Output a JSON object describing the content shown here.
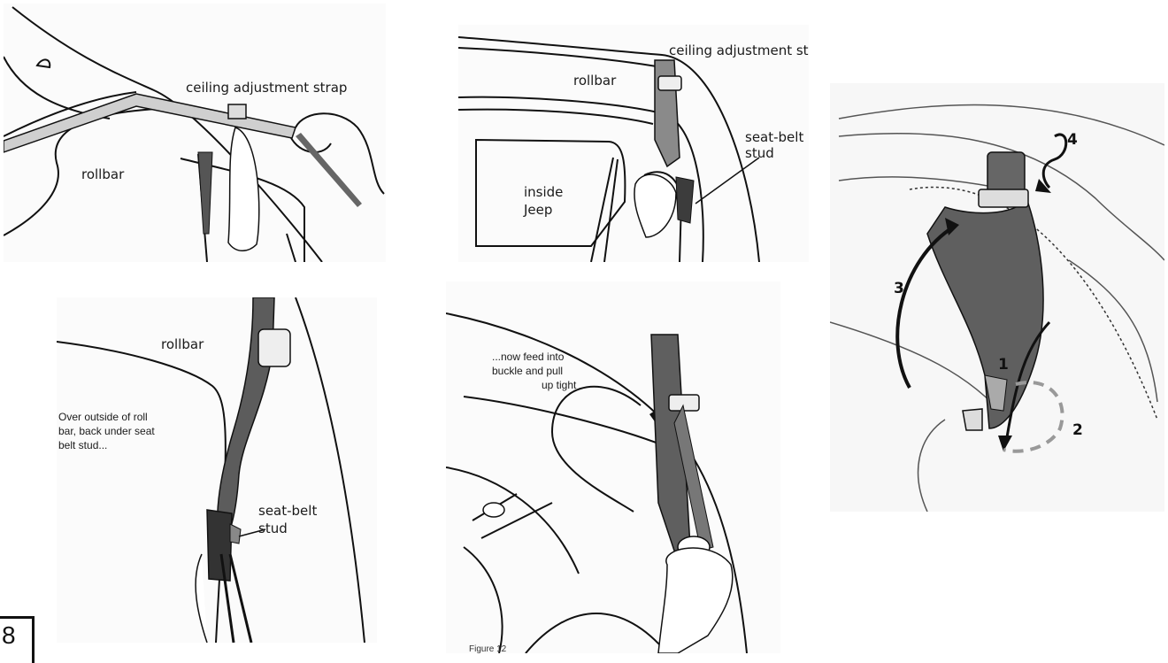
{
  "panels": {
    "p1": {
      "label_strap": "ceiling adjustment strap",
      "label_rollbar": "rollbar"
    },
    "p2": {
      "label_strap": "ceiling adjustment strap",
      "label_rollbar": "rollbar",
      "label_stud_1": "seat-belt",
      "label_stud_2": "stud",
      "label_inside_1": "inside",
      "label_inside_2": "Jeep"
    },
    "p3": {
      "step_1": "1",
      "step_2": "2",
      "step_3": "3",
      "step_4": "4"
    },
    "p4": {
      "label_rollbar": "rollbar",
      "note_1": "Over outside of  roll",
      "note_2": "bar, back under seat",
      "note_3": "belt stud...",
      "label_stud_1": "seat-belt",
      "label_stud_2": "stud"
    },
    "p5": {
      "note_1": "...now feed into",
      "note_2": "buckle and pull",
      "note_3": "up tight"
    }
  },
  "page_number": "8",
  "caption": "Figure 12"
}
